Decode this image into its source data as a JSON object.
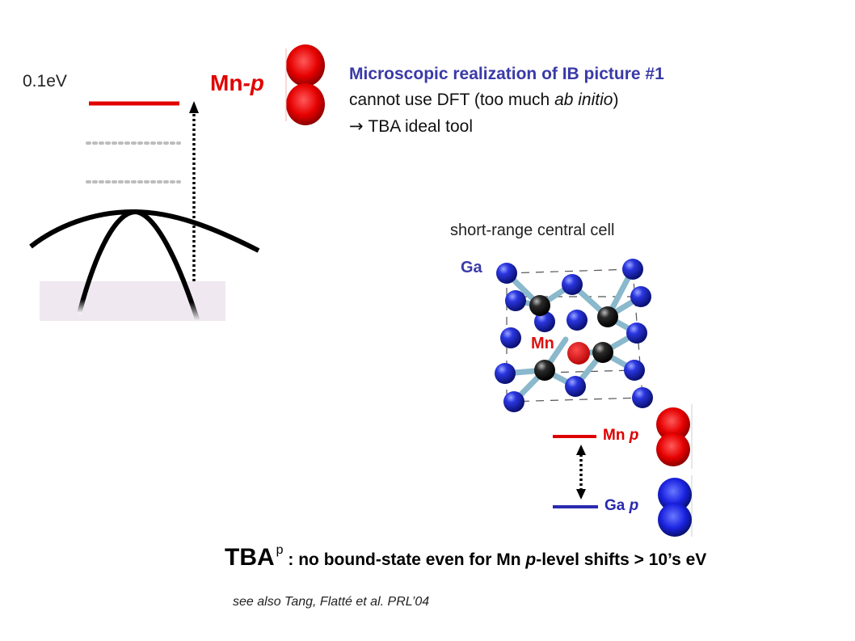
{
  "band_diagram": {
    "energy_label": "0.1eV",
    "mn_level": {
      "name": "Mn",
      "suffix": "-p"
    },
    "colors": {
      "mn": "#e00000",
      "dots": "#bdbdbd",
      "valence_band": "#f0e8f0"
    }
  },
  "intro_text": {
    "line1": "Microscopic realization of IB picture #1",
    "line2_prefix": "cannot use DFT (too much ",
    "line2_italic": "ab initio",
    "line2_suffix": ")",
    "line3_arrow": "→",
    "line3": "TBA ideal tool",
    "heading_color": "#3a3aa8"
  },
  "crystal": {
    "caption": "short-range central cell",
    "ga_label": "Ga",
    "mn_label": "Mn",
    "colors": {
      "ga": "#1a26c4",
      "as": "#1a1a1a",
      "mn": "#dd1111",
      "bond": "#8ab8cc",
      "label": "#3a3aa8"
    }
  },
  "levels": {
    "mn_p": {
      "name": "Mn",
      "orbital": "p"
    },
    "ga_p": {
      "name": "Ga",
      "orbital": "p"
    },
    "colors": {
      "mn": "#dd0000",
      "ga": "#2a2ab0"
    }
  },
  "conclusion": {
    "title": "TBA",
    "superscript": "p",
    "text_prefix": " : no bound-state even for Mn ",
    "text_italic": "p",
    "text_suffix": "-level shifts > 10’s eV"
  },
  "reference": "see also Tang, Flatté et al. PRL’04"
}
